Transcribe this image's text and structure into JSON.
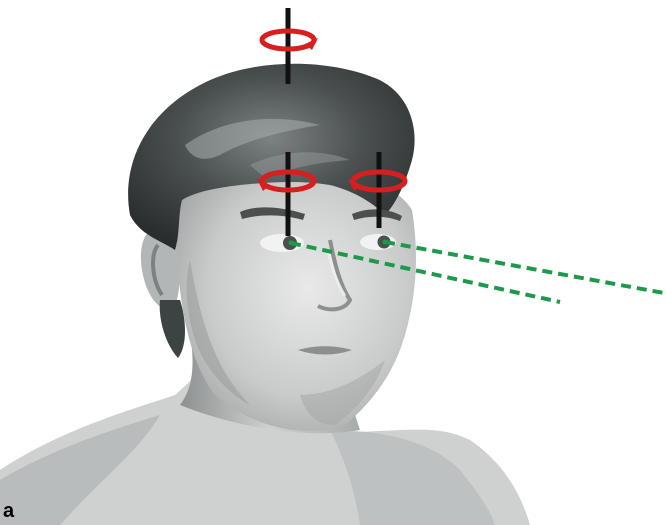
{
  "figure": {
    "panel_label": "a",
    "colors": {
      "background": "#ffffff",
      "hair": "#3f4444",
      "skin_light": "#dcdcdc",
      "skin_mid": "#b9bcbc",
      "skin_shadow": "#8e9191",
      "axis_line": "#111111",
      "rotation_arrow": "#d81e1e",
      "gaze_line": "#1c9a4a",
      "label_text": "#000000"
    },
    "icons": [
      "rotation-arrow-icon",
      "rotation-axis",
      "gaze-line"
    ]
  }
}
